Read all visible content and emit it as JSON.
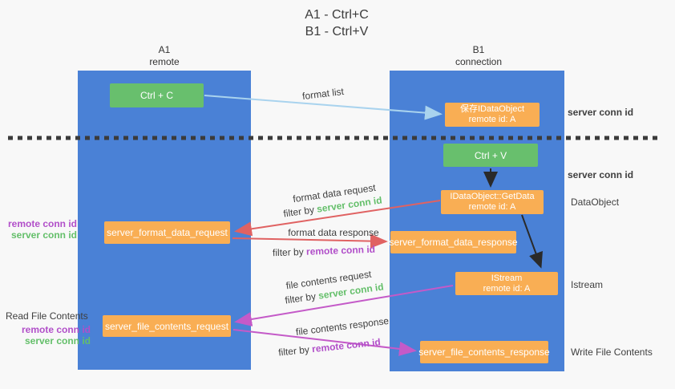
{
  "title": {
    "line1": "A1 - Ctrl+C",
    "line2": "B1 - Ctrl+V"
  },
  "columns": {
    "a": {
      "name": "A1",
      "role": "remote"
    },
    "b": {
      "name": "B1",
      "role": "connection"
    }
  },
  "boxes": {
    "ctrl_c": "Ctrl + C",
    "ctrl_v": "Ctrl + V",
    "save_idataobject": {
      "title": "保存IDataObject",
      "subtitle": "remote id: A"
    },
    "getdata": {
      "title": "IDataObject::GetData",
      "subtitle": "remote id: A"
    },
    "istream": {
      "title": "IStream",
      "subtitle": "remote id: A"
    },
    "format_request": "server_format_data_request",
    "format_response": "server_format_data_response",
    "file_request": "server_file_contents_request",
    "file_response": "server_file_contents_response"
  },
  "labels": {
    "format_list": "format list",
    "format_data_request": "format data request",
    "format_data_response": "format data response",
    "file_contents_request": "file contents request",
    "file_contents_response": "file contents response",
    "filter_by": "filter by",
    "server_conn_id": "server conn id",
    "remote_conn_id": "remote conn id",
    "data_object": "DataObject",
    "istream": "Istream",
    "read_file_contents": "Read File Contents",
    "write_file_contents": "Write File Contents"
  },
  "colors": {
    "lifeline_blue": "#4a81d6",
    "box_orange": "#f9ae54",
    "box_green": "#68bf6d",
    "green_text": "#64bf6a",
    "purple_text": "#b14fc9",
    "red_arrow": "#e06262",
    "magenta_arrow": "#c45ac8",
    "light_blue_arrow": "#a9d3ee",
    "black_arrow": "#2a2a2a",
    "dashed_line": "#3b3b3b",
    "background": "#f8f8f8"
  }
}
